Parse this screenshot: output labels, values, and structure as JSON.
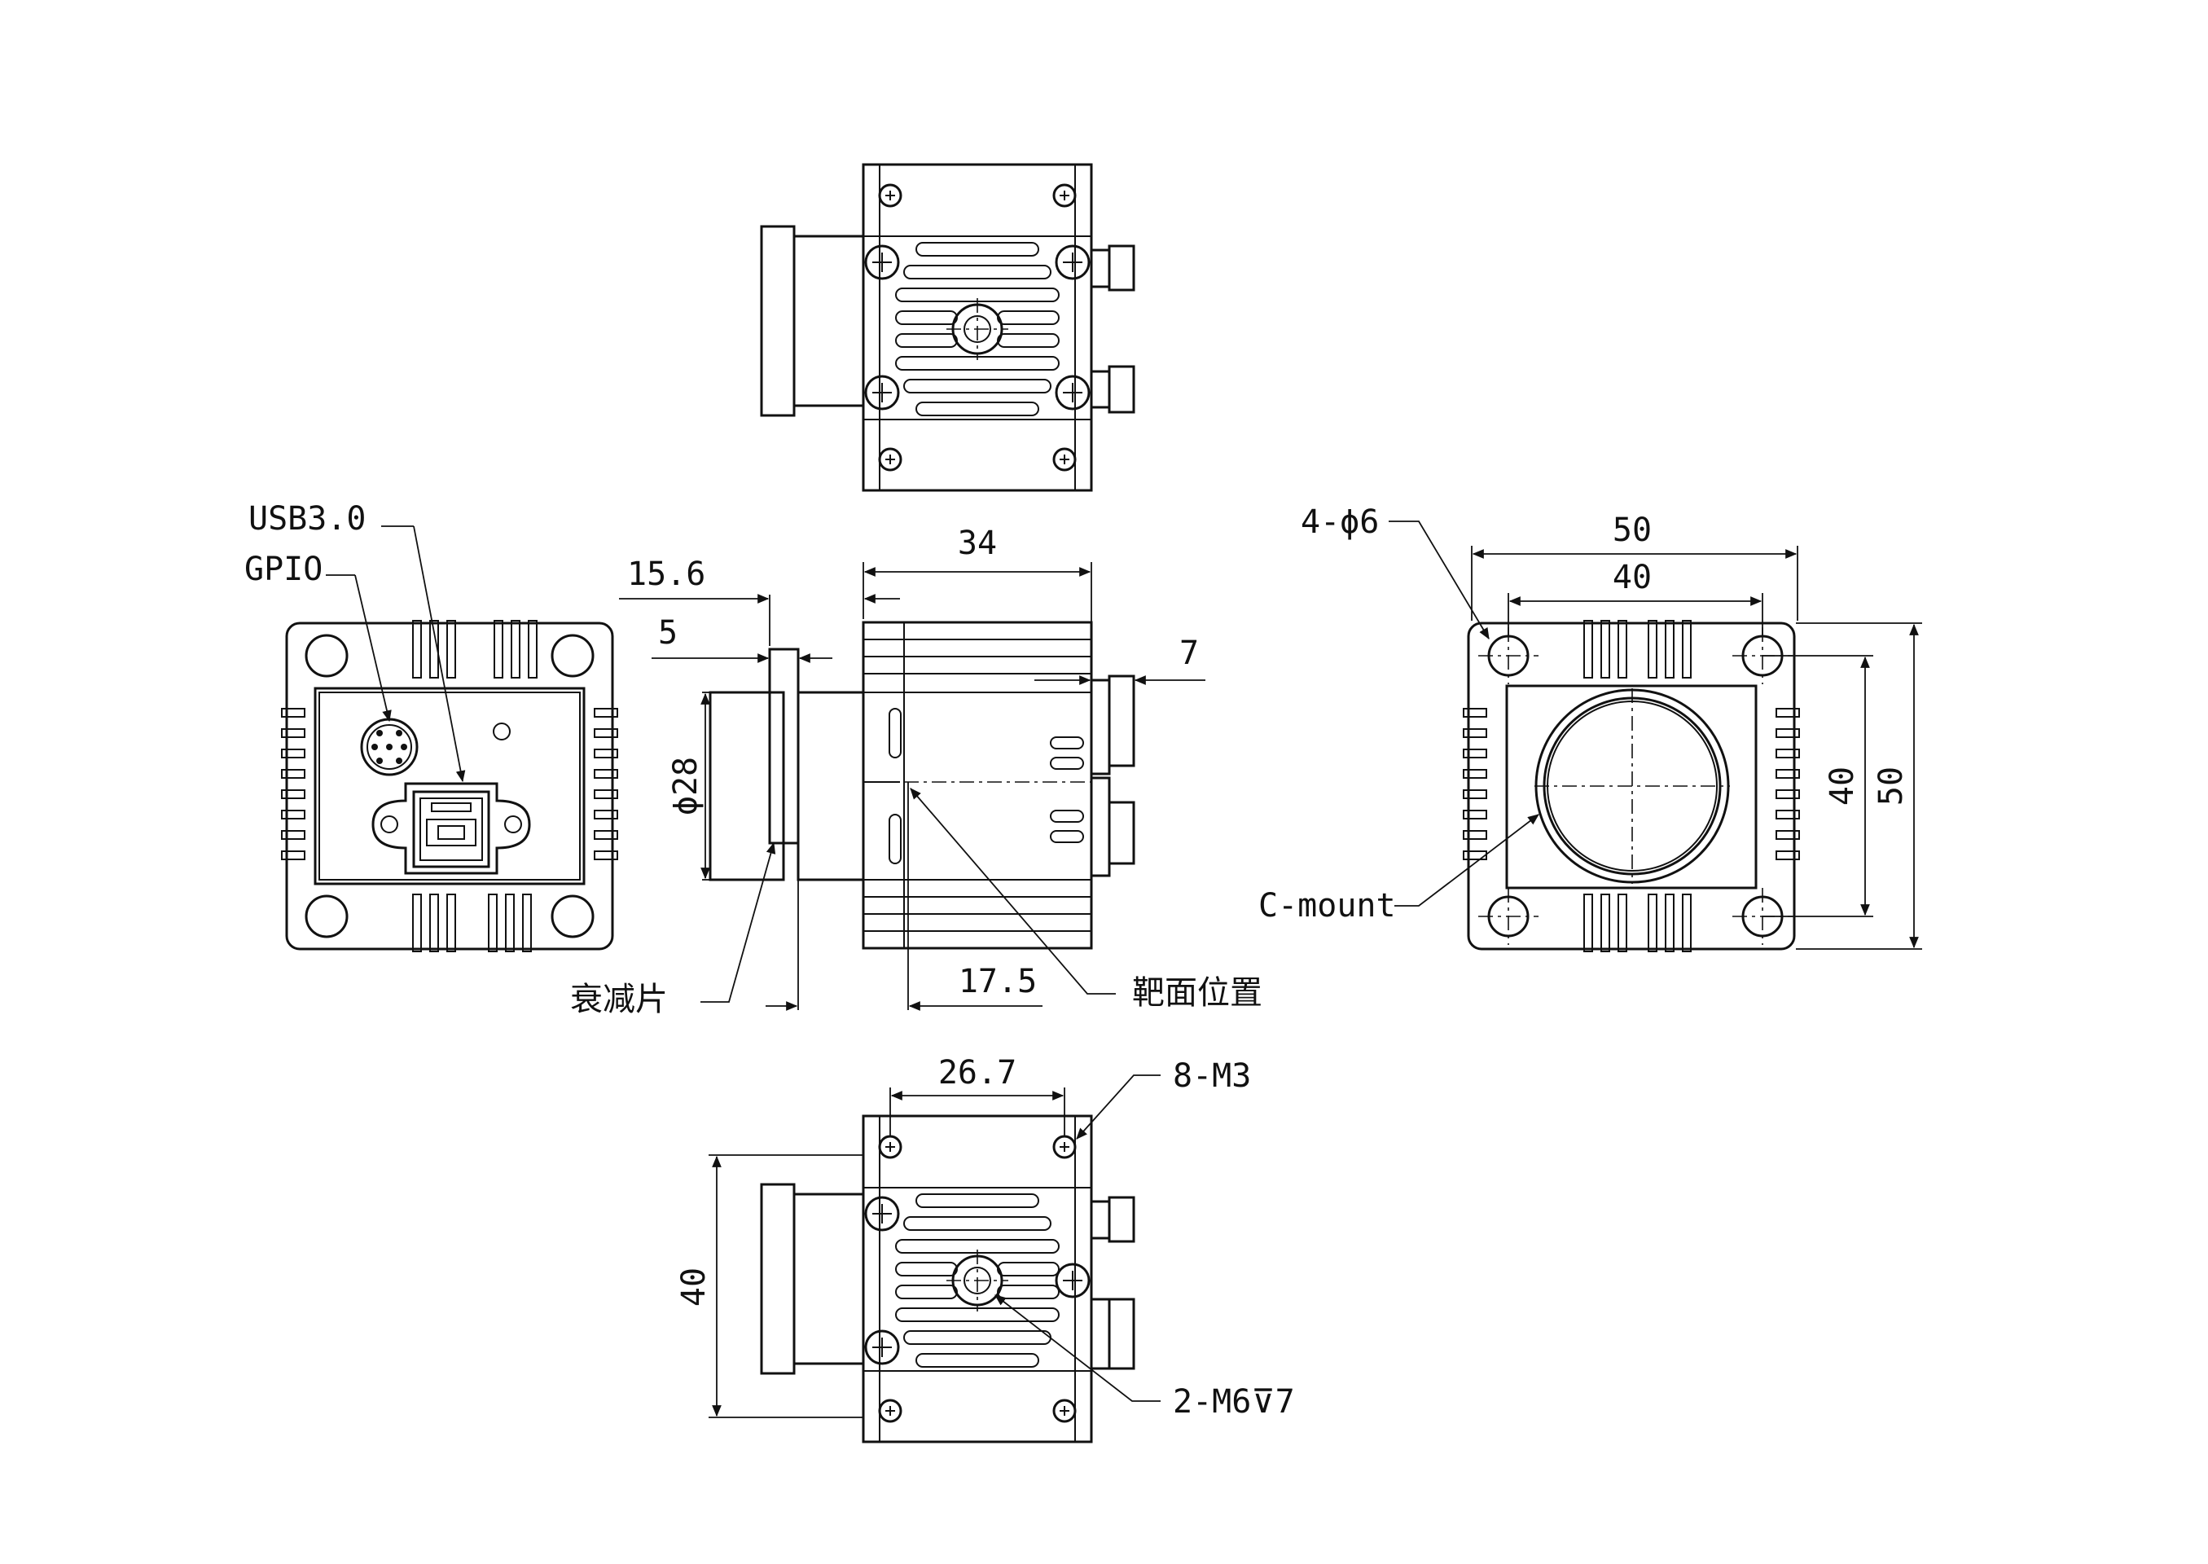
{
  "dimensions": {
    "front_width_overall": "34",
    "filter_offset": "15.6",
    "filter_thickness": "5",
    "connector_depth": "7",
    "lens_diameter": "ϕ28",
    "sensor_position": "17.5",
    "mount_pitch_outer": "50",
    "mount_pitch_inner": "40",
    "mount_height_inner": "40",
    "mount_height_outer": "50",
    "bottom_height": "40",
    "hole_spacing": "26.7"
  },
  "callouts": {
    "usb": "USB3.0",
    "gpio": "GPIO",
    "filter": "衰减片",
    "sensor_plane": "靶面位置",
    "mount_holes": "4-ϕ6",
    "mount_type": "C-mount",
    "screw_holes": "8-M3",
    "tripod_holes": "2-M6⊽7"
  }
}
